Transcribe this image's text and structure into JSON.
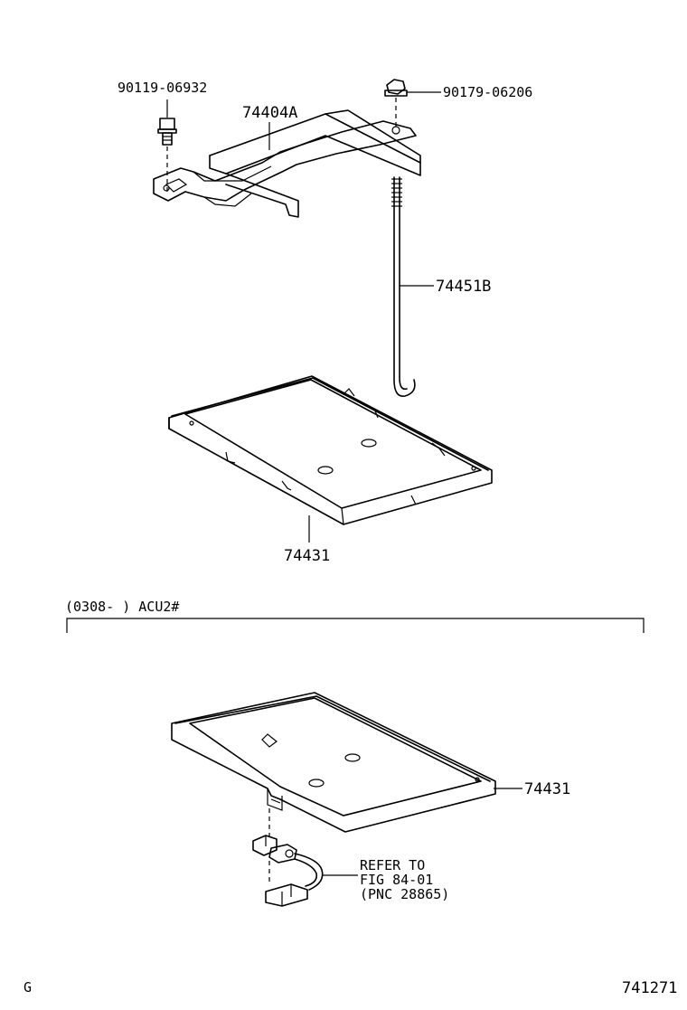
{
  "diagram": {
    "labels": {
      "bolt": "90119-06932",
      "nut": "90179-06206",
      "clamp": "74404A",
      "rod": "74451B",
      "tray_top": "74431",
      "condition": "(0308-      ) ACU2#",
      "tray_bottom": "74431",
      "refer_line1": "REFER TO",
      "refer_line2": "FIG 84-01",
      "refer_line3": "(PNC 28865)",
      "corner_left": "G",
      "figure_no": "741271"
    }
  }
}
